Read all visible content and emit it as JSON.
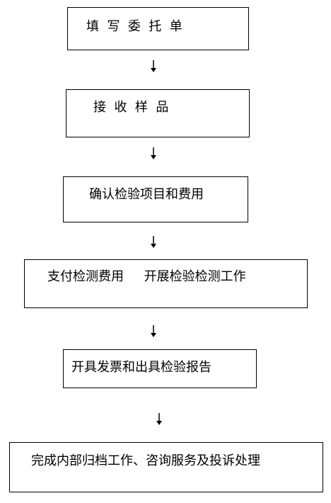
{
  "flowchart": {
    "steps": [
      {
        "label": "填  写  委  托  单"
      },
      {
        "label": "接  收  样  品"
      },
      {
        "label": "确认检验项目和费用"
      },
      {
        "label": "支付检测费用     开展检验检测工作"
      },
      {
        "label": "开具发票和出具检验报告"
      },
      {
        "label": "完成内部归档工作、咨询服务及投诉处理"
      }
    ]
  }
}
